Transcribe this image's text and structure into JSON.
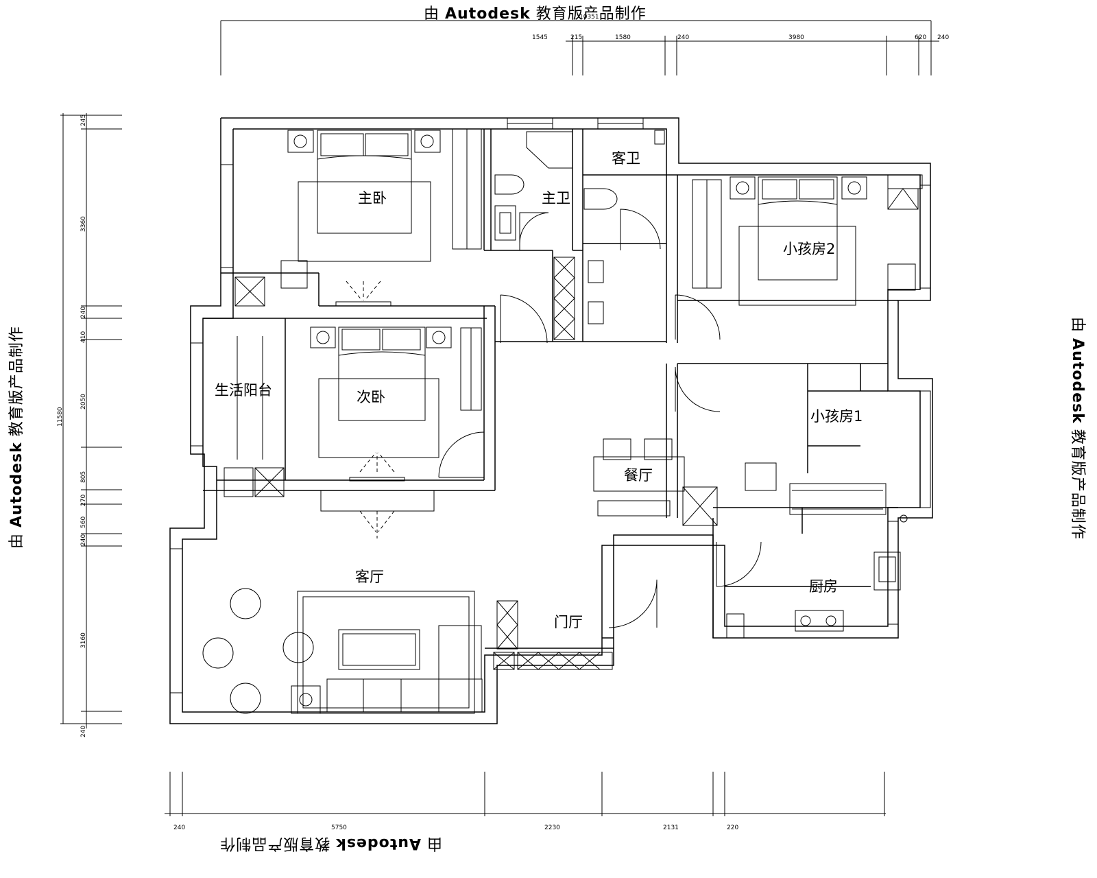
{
  "watermark": {
    "prefix": "由",
    "brand": "Autodesk",
    "suffix": "教育版产品制作"
  },
  "rooms": {
    "master_bedroom": "主卧",
    "master_bath": "主卫",
    "guest_bath": "客卫",
    "kids_room_2": "小孩房2",
    "second_bedroom": "次卧",
    "utility_balcony": "生活阳台",
    "dining": "餐厅",
    "kids_room_1": "小孩房1",
    "living_room": "客厅",
    "foyer": "门厅",
    "kitchen": "厨房"
  },
  "dimensions": {
    "top": [
      "1545",
      "215",
      "1580",
      "240",
      "3980",
      "620",
      "240"
    ],
    "top_total": "10351",
    "bottom": [
      "240",
      "5750",
      "2230",
      "2131",
      "220"
    ],
    "left": [
      "245",
      "3360",
      "240",
      "410",
      "2050",
      "805",
      "270",
      "560",
      "240",
      "3160",
      "240"
    ],
    "left_total": "11580"
  }
}
